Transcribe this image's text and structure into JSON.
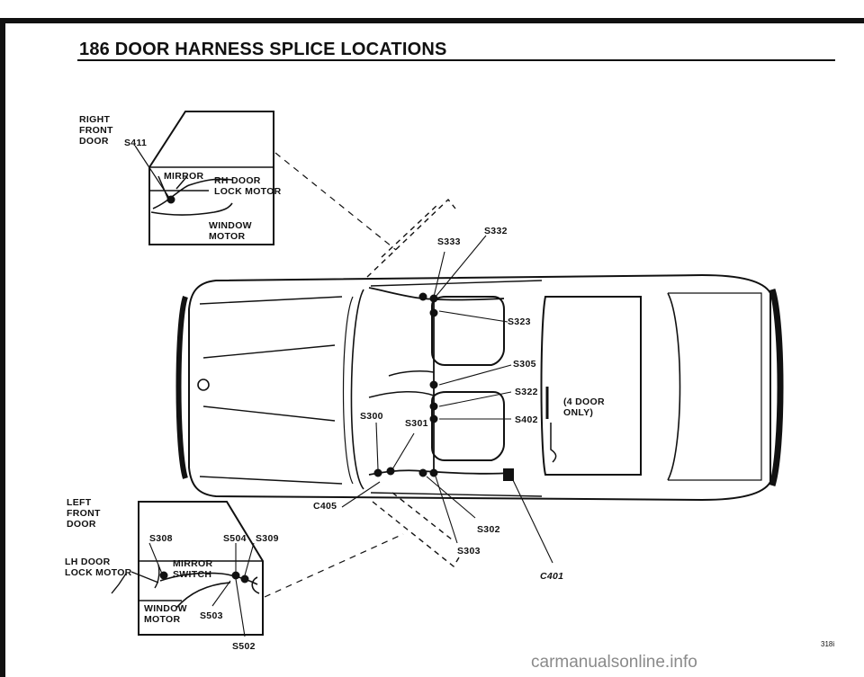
{
  "header": {
    "title": "186 DOOR HARNESS SPLICE LOCATIONS"
  },
  "right_front_door": {
    "title_lines": [
      "RIGHT",
      "FRONT",
      "DOOR"
    ],
    "splice": "S411",
    "mirror": "MIRROR",
    "lock_motor_lines": [
      "RH DOOR",
      "LOCK MOTOR"
    ],
    "window_motor_lines": [
      "WINDOW",
      "MOTOR"
    ]
  },
  "left_front_door": {
    "title_lines": [
      "LEFT",
      "FRONT",
      "DOOR"
    ],
    "lock_motor_lines": [
      "LH DOOR",
      "LOCK MOTOR"
    ],
    "mirror_switch_lines": [
      "MIRROR",
      "SWITCH"
    ],
    "window_motor_lines": [
      "WINDOW",
      "MOTOR"
    ],
    "splices": {
      "s308": "S308",
      "s504": "S504",
      "s309": "S309",
      "s503": "S503",
      "s502": "S502"
    }
  },
  "vehicle": {
    "splices": {
      "s332": "S332",
      "s333": "S333",
      "s323": "S323",
      "s305": "S305",
      "s322": "S322",
      "s300": "S300",
      "s301": "S301",
      "s402": "S402",
      "s302": "S302",
      "s303": "S303"
    },
    "connectors": {
      "c405": "C405",
      "c401": "C401"
    },
    "note_lines": [
      "(4 DOOR",
      "ONLY)"
    ]
  },
  "footer": {
    "code": "318i"
  },
  "watermark": "carmanualsonline.info"
}
